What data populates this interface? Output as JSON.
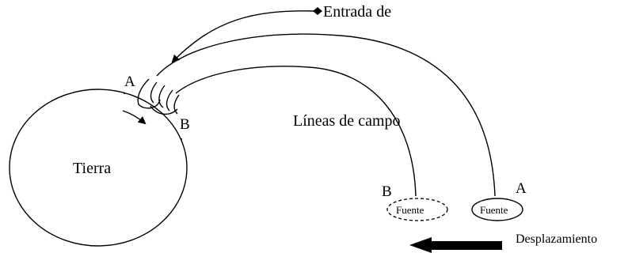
{
  "labels": {
    "incoming": "Entrada de",
    "field_lines": "Líneas de campo",
    "earth": "Tierra",
    "point_a_earth": "A",
    "point_b_earth": "B",
    "point_a_source": "A",
    "point_b_source": "B",
    "source_dashed": "Fuente",
    "source_solid": "Fuente",
    "displacement": "Desplazamiento"
  }
}
